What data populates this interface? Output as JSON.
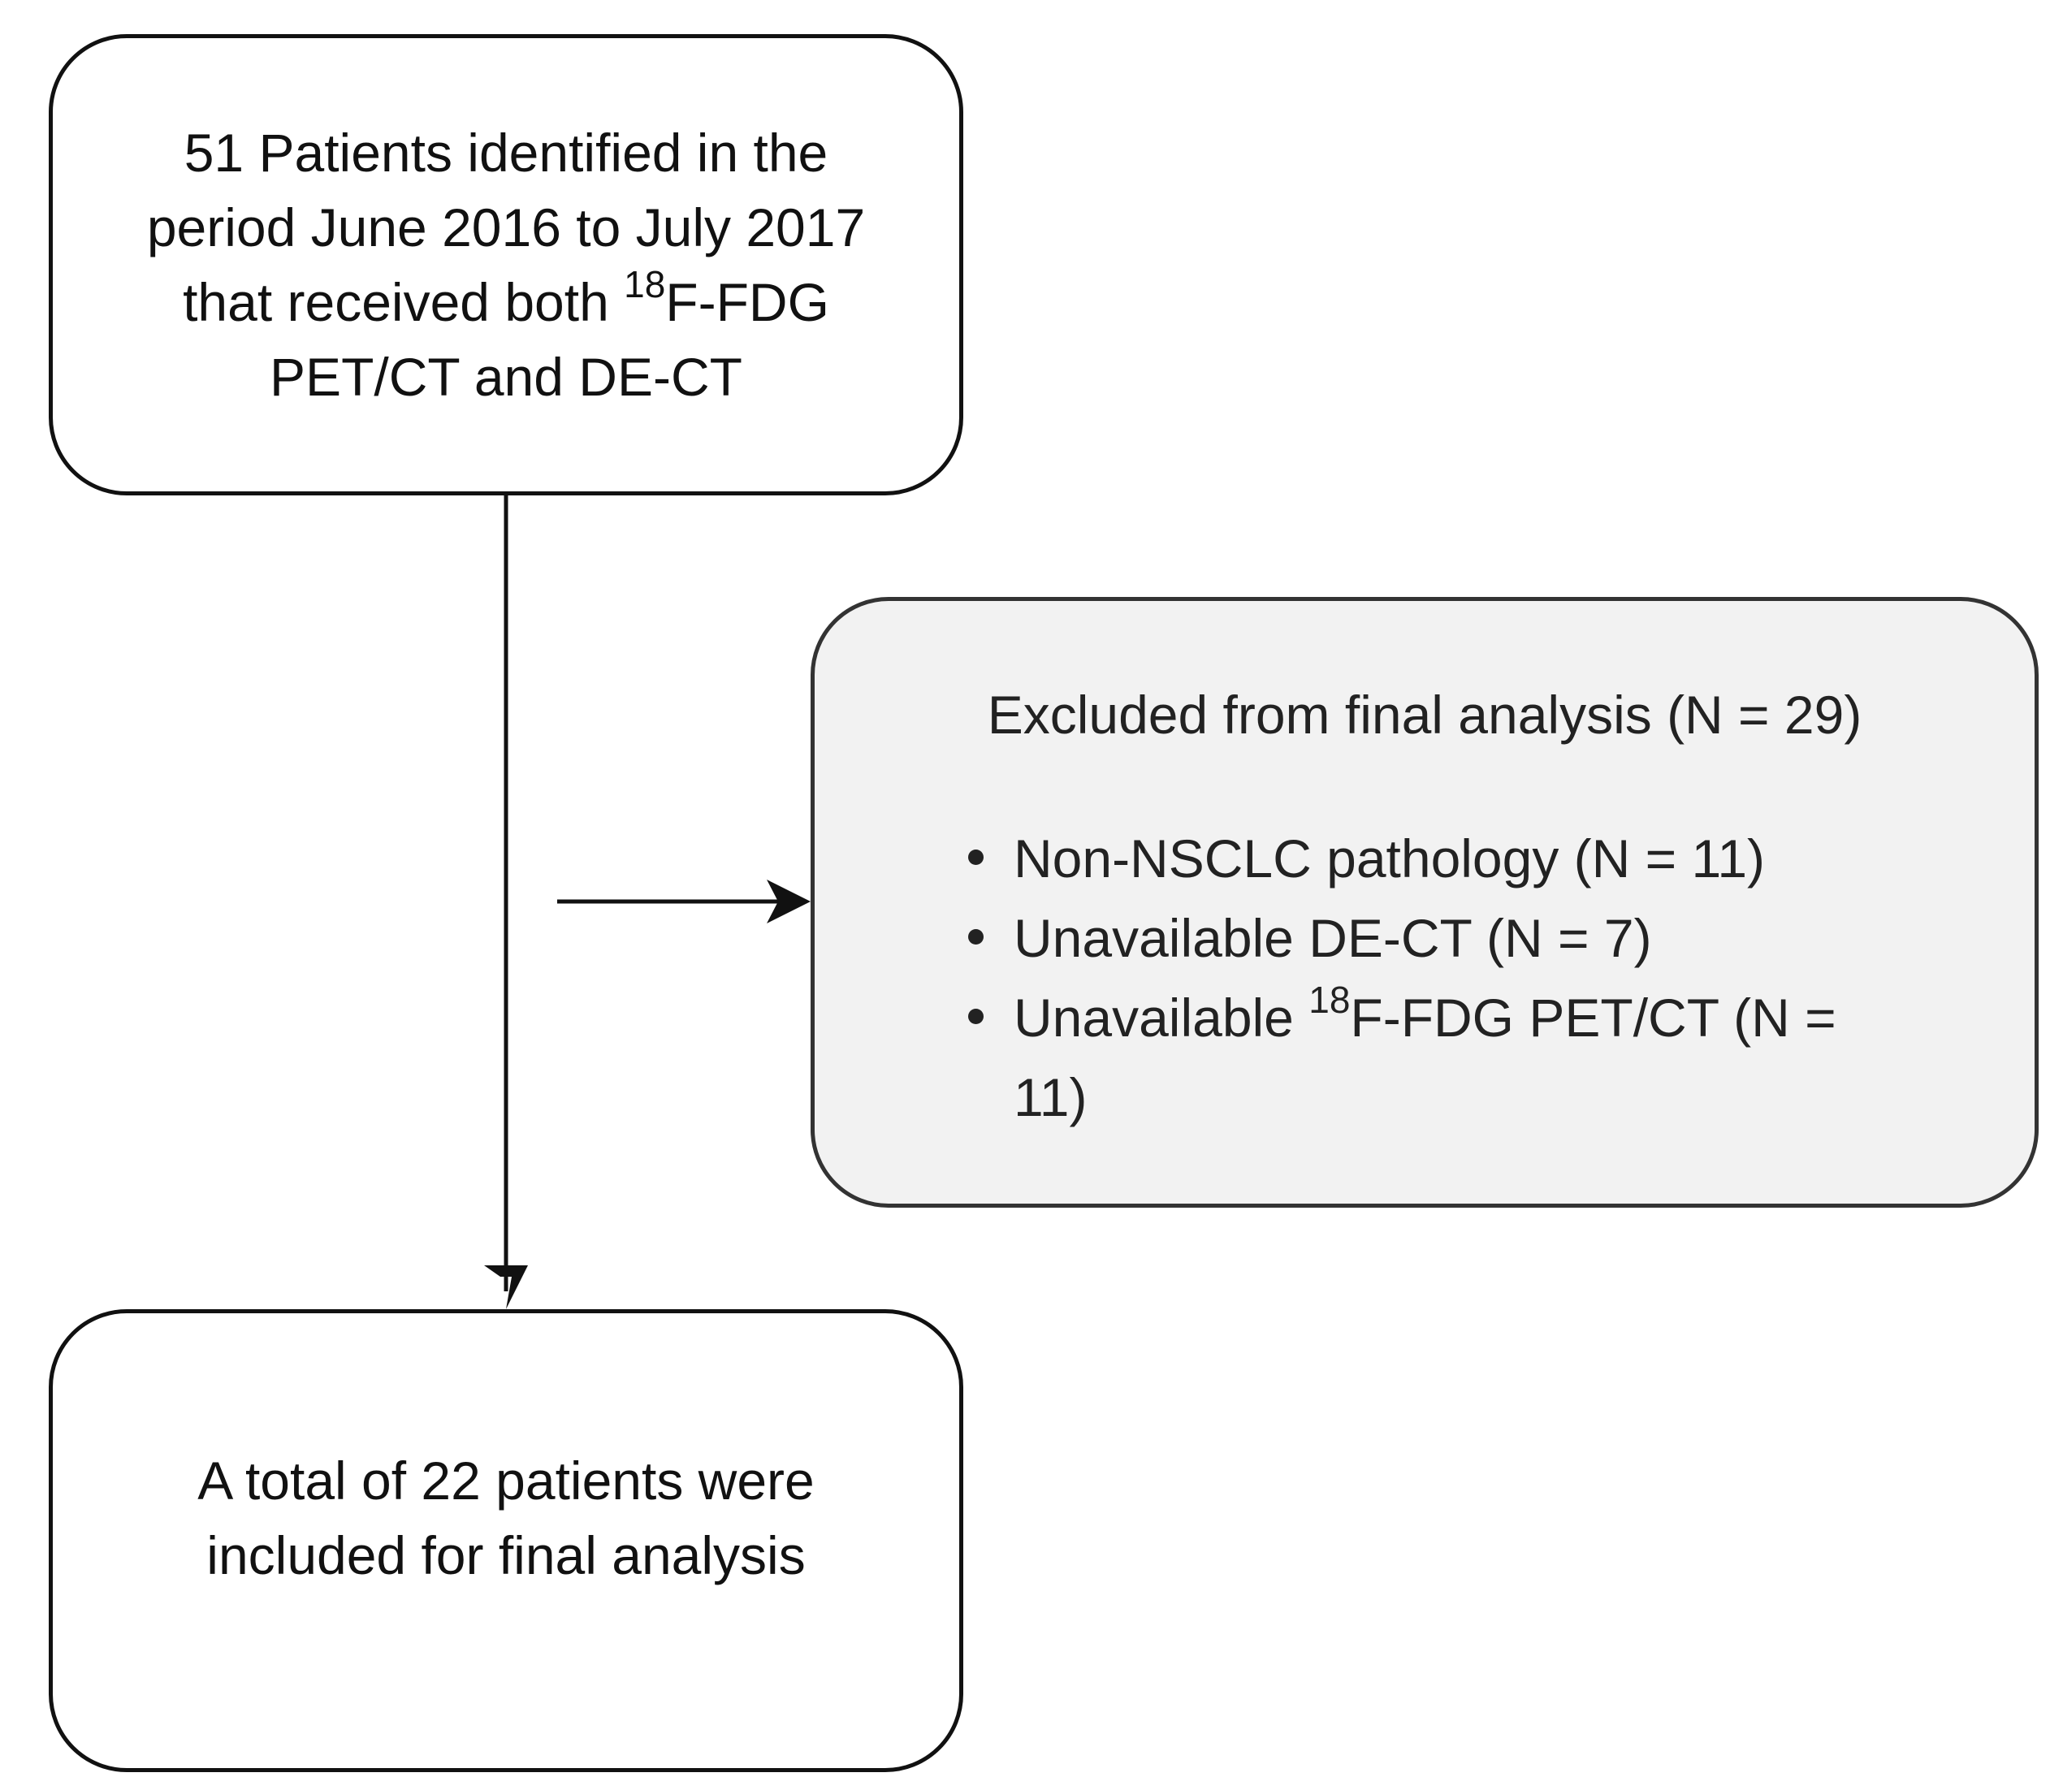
{
  "top_box": {
    "line1": "51 Patients identified in the",
    "line2": "period June 2016 to July 2017",
    "line3_pre": "that received both ",
    "line3_sup": "18",
    "line3_post": "F-FDG",
    "line4": "PET/CT and DE-CT"
  },
  "excluded_box": {
    "heading": "Excluded from final analysis (N = 29)",
    "items": [
      {
        "text": "Non-NSCLC pathology (N = 11)"
      },
      {
        "text": "Unavailable DE-CT (N = 7)"
      },
      {
        "pre": "Unavailable ",
        "sup": "18",
        "post": "F-FDG PET/CT (N =",
        "cont": "11)"
      }
    ]
  },
  "bottom_box": {
    "line1": "A total of 22 patients were",
    "line2": "included for final analysis"
  }
}
